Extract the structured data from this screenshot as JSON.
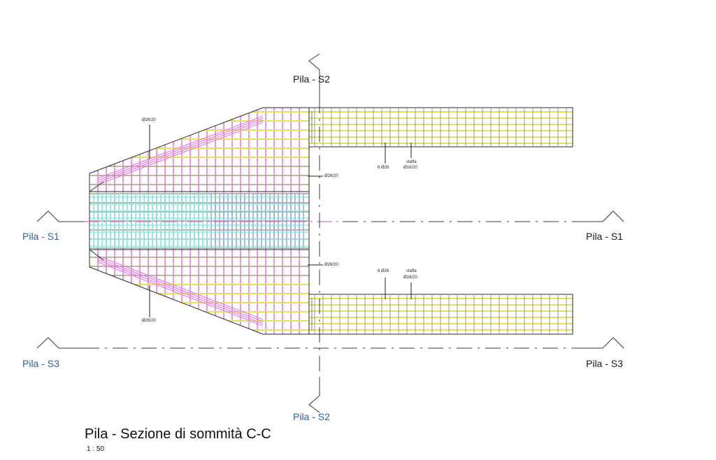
{
  "section_marks": {
    "s1_left": "Pila - S1",
    "s1_right": "Pila - S1",
    "s2_top": "Pila - S2",
    "s2_bottom": "Pila - S2",
    "s3_left": "Pila - S3",
    "s3_right": "Pila - S3"
  },
  "rebar_labels": {
    "top_diag": "Ø26/20",
    "bottom_diag": "Ø26/20",
    "mid_upper": "Ø26/20",
    "mid_lower": "Ø26/20",
    "upper_bars": "6 Ø26",
    "upper_stirrup_1": "staffa",
    "upper_stirrup_2": "Ø16/20",
    "lower_bars": "6 Ø26",
    "lower_stirrup_1": "staffa",
    "lower_stirrup_2": "Ø16/20"
  },
  "view": {
    "title": "Pila - Sezione di sommità C-C",
    "scale": "1 : 50"
  },
  "colors": {
    "outline": "#2a2a2a",
    "rebar_magenta": "#e57be5",
    "rebar_yellow": "#e6e05a",
    "rebar_olive": "#a8a07a",
    "rebar_cyan": "#7fe8e0",
    "rebar_blue": "#8fb0e8",
    "section_blue": "#2f5f9e"
  }
}
